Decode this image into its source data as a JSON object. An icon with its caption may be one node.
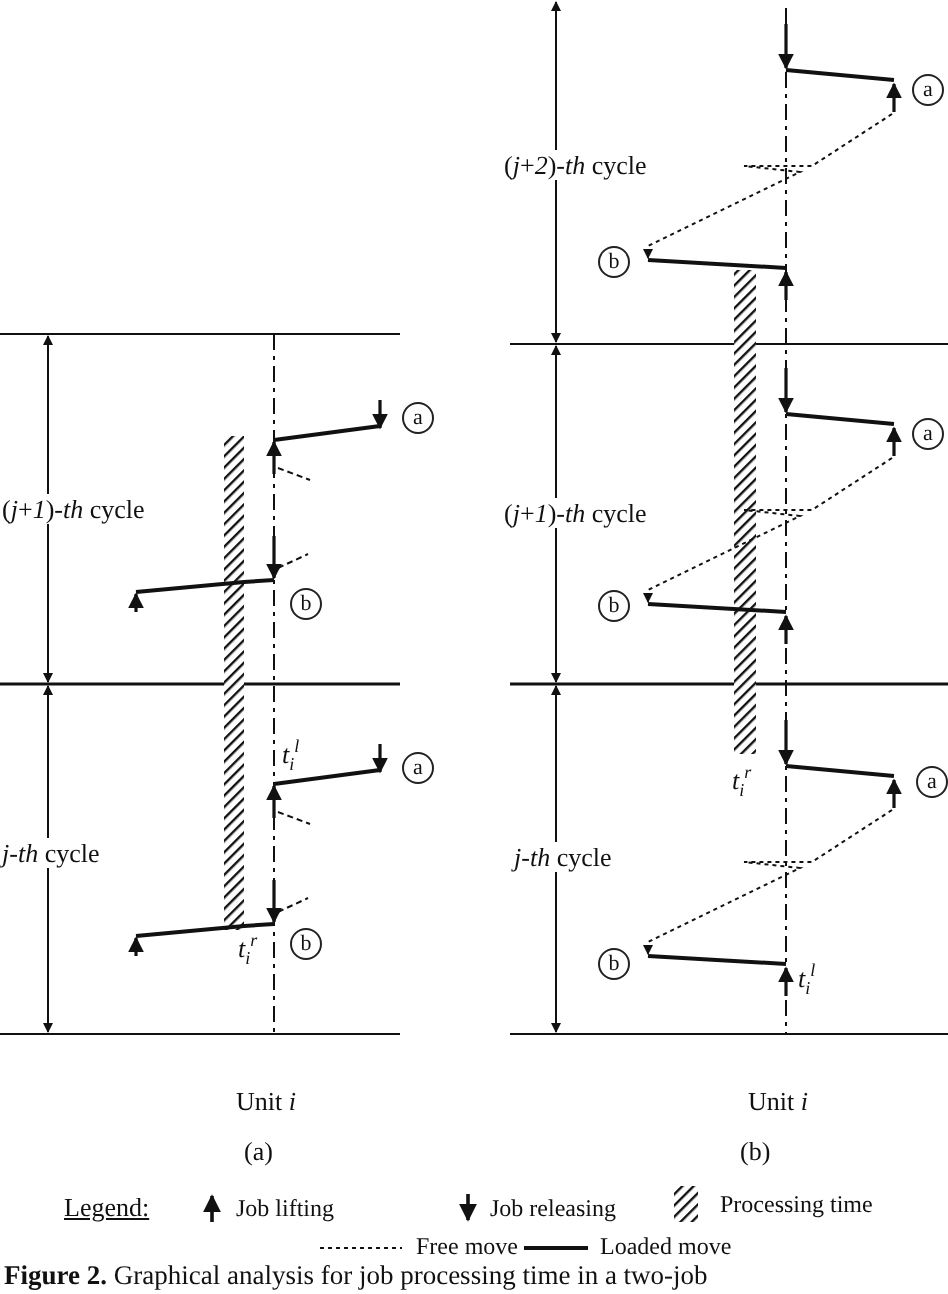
{
  "diagram": {
    "caption": "**Figure 2.** Graphical analysis for job processing time in a two-job",
    "labels": [
      "(*j*+*1*)-*th* cycle",
      "a",
      "b",
      "*j*-*th* cycle",
      "*t*$_{i}$$^{l}$",
      "a",
      "*t*$_{i}$$^{r}$",
      "b",
      "Unit *i*",
      "(a)",
      "a",
      "(*j*+*2*)-*th* cycle",
      "b",
      "a",
      "(*j*+*1*)-*th* cycle",
      "b",
      "*t*$_{i}$$^{r}$",
      "a",
      "*j*-*th* cycle",
      "b",
      "*t*$_{i}$$^{l}$",
      "Unit *i*",
      "(b)",
      "Legend:"
    ],
    "legend": [
      {
        "text": "Job lifting"
      },
      {
        "text": "Job releasing"
      },
      {
        "text": "Processing time"
      },
      {
        "text": "Free move"
      },
      {
        "text": "Loaded move"
      }
    ]
  }
}
